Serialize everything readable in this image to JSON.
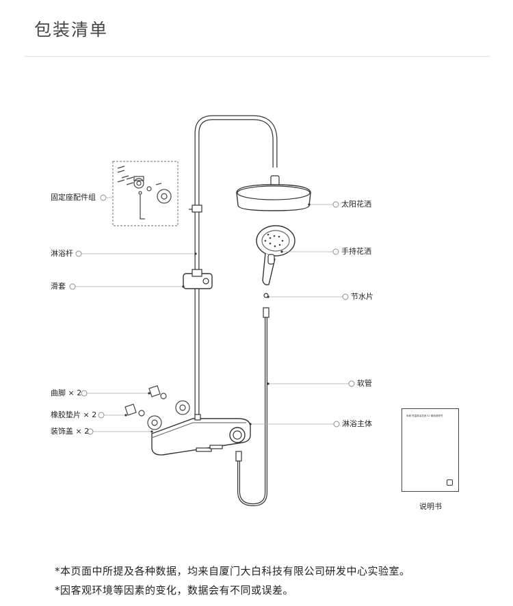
{
  "header": {
    "title": "包装清单"
  },
  "parts": {
    "fixing_kit": "固定座配件组",
    "shower_rod": "淋浴杆",
    "slider": "滑套",
    "elbow": "曲脚 × 2",
    "rubber_gasket": "橡胶垫片 × 2",
    "cover": "装饰盖 × 2",
    "top_shower": "太阳花洒",
    "hand_shower": "手持花洒",
    "flow_plate": "节水片",
    "hose": "软管",
    "shower_body": "淋浴主体"
  },
  "manual": {
    "label": "说明书",
    "cover_text": "米家 恒温淋浴花洒 S1 使用说明书"
  },
  "notes": [
    "*本页面中所提及各种数据，均来自厦门大白科技有限公司研发中心实验室。",
    "*因客观环境等因素的变化，数据会有不同或误差。"
  ]
}
